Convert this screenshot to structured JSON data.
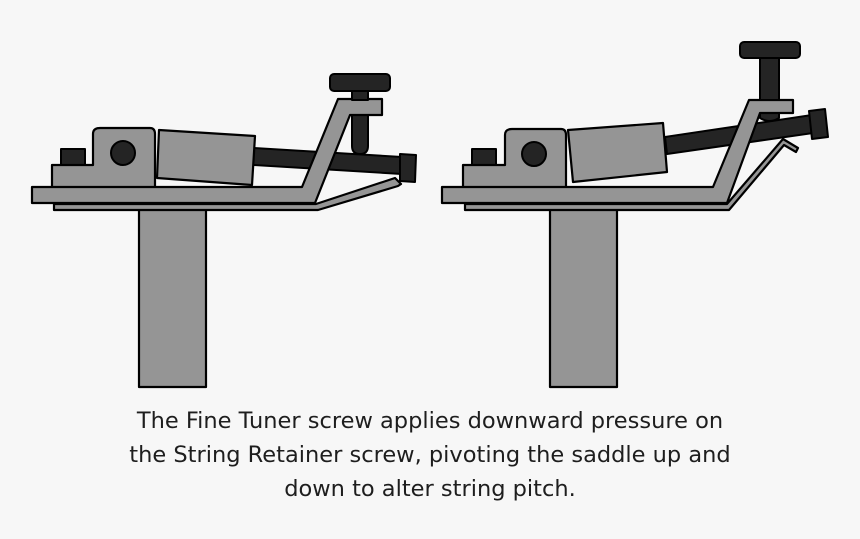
{
  "caption": {
    "lines": [
      "The Fine Tuner screw applies downward pressure on",
      "the String Retainer screw, pivoting the saddle up and",
      "down to alter string pitch."
    ]
  },
  "diagrams": [
    {
      "state": "saddle-lowered"
    },
    {
      "state": "saddle-raised"
    }
  ],
  "colors": {
    "background": "#f7f7f7",
    "metal": "#959595",
    "screw": "#242424",
    "outline": "#000000"
  }
}
